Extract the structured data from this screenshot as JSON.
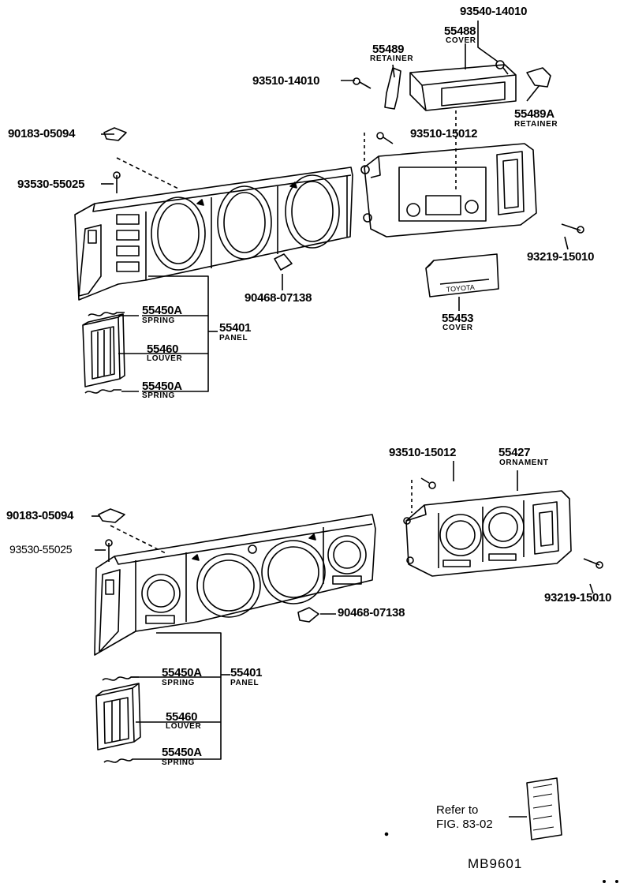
{
  "labels": {
    "p1": "93540-14010",
    "p2": "55488",
    "p2_cap": "COVER",
    "p3": "55489",
    "p3_cap": "RETAINER",
    "p4": "93510-14010",
    "p5": "55489A",
    "p5_cap": "RETAINER",
    "p6": "90183-05094",
    "p7": "93510-15012",
    "p8": "93530-55025",
    "p9": "93219-15010",
    "p10": "90468-07138",
    "p11": "55453",
    "p11_cap": "COVER",
    "p12": "55450A",
    "p12_cap": "SPRING",
    "p13": "55401",
    "p13_cap": "PANEL",
    "p14": "55460",
    "p14_cap": "LOUVER",
    "p15": "55450A",
    "p15_cap": "SPRING",
    "q1": "93510-15012",
    "q2": "55427",
    "q2_cap": "ORNAMENT",
    "q3": "90183-05094",
    "q4": "93530-55025",
    "q5": "93219-15010",
    "q6": "90468-07138",
    "q7": "55450A",
    "q7_cap": "SPRING",
    "q8": "55401",
    "q8_cap": "PANEL",
    "q9": "55460",
    "q9_cap": "LOUVER",
    "q10": "55450A",
    "q10_cap": "SPRING",
    "refer_line1": "Refer to",
    "refer_line2": "FIG. 83-02",
    "drawing_id": "MB9601",
    "cover_text": "TOYOTA"
  }
}
